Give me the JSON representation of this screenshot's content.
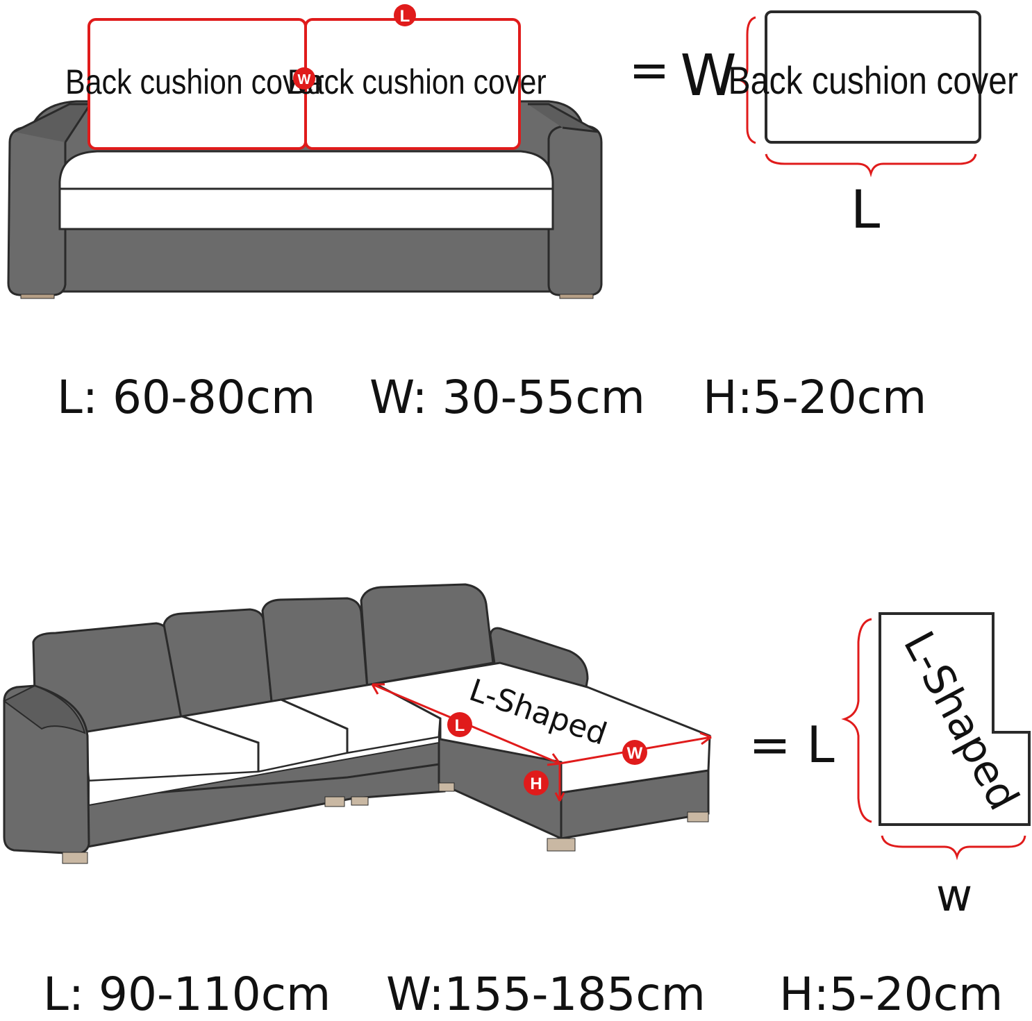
{
  "top_section": {
    "cushion_left_label": "Back cushion cover",
    "cushion_right_label": "Back cushion cover",
    "marker_l": "L",
    "marker_w": "W",
    "equals": "=",
    "side_w": "W",
    "detail_label": "Back cushion cover",
    "detail_bottom": "L",
    "dims": {
      "l": "L: 60-80cm",
      "w": "W: 30-55cm",
      "h": "H:5-20cm"
    }
  },
  "bottom_section": {
    "seat_label": "L-Shaped",
    "marker_l": "L",
    "marker_w": "W",
    "marker_h": "H",
    "equals_l": "= L",
    "detail_label": "L-Shaped",
    "detail_bottom": "w",
    "dims": {
      "l": "L: 90-110cm",
      "w": "W:155-185cm",
      "h": "H:5-20cm"
    }
  },
  "colors": {
    "sofa": "#6b6b6b",
    "outline": "#2a2a2a",
    "accent": "#e01b1b",
    "cushion": "#ffffff"
  }
}
